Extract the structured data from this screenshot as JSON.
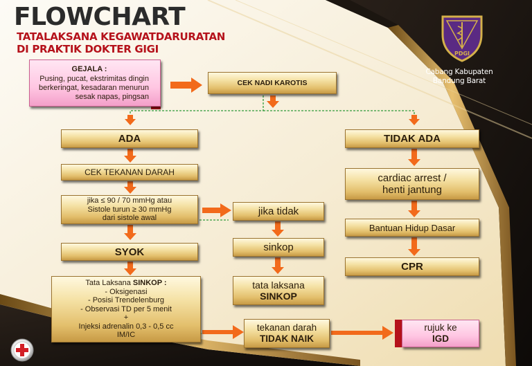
{
  "title": "FLOWCHART",
  "subtitle": [
    "TATALAKSANA KEGAWATDARURATAN",
    "DI PRAKTIK DOKTER GIGI"
  ],
  "logo": {
    "badge": "PDGI",
    "caption": [
      "Cabang Kabupaten",
      "Bandung Barat"
    ]
  },
  "gejala": {
    "heading": "GEJALA :",
    "lines": [
      "Pusing, pucat, ekstrimitas dingin",
      "berkeringat, kesadaran menurun",
      "sesak napas, pingsan"
    ]
  },
  "nodes": {
    "cek_nadi": "CEK NADI KAROTIS",
    "ada": "ADA",
    "tidak_ada": "TIDAK ADA",
    "cek_tekanan": "CEK TEKANAN DARAH",
    "kriteria": [
      "jika ≤ 90 / 70 mmHg atau",
      "Sistole turun ≥ 30 mmHg",
      "dari sistole awal"
    ],
    "syok": "SYOK",
    "jika_tidak": "jika tidak",
    "sinkop": "sinkop",
    "tl_sinkop": [
      "tata laksana",
      "SINKOP"
    ],
    "cardiac": [
      "cardiac arrest /",
      "henti jantung"
    ],
    "bhd": "Bantuan Hidup Dasar",
    "cpr": "CPR",
    "tl_box": {
      "heading_pre": "Tata Laksana ",
      "heading_bold": "SINKOP :",
      "items": [
        "- Oksigenasi",
        "- Posisi Trendelenburg",
        "- Observasi TD per 5 menit",
        "+",
        "Injeksi adrenalin 0,3 - 0,5 cc",
        "IM/IC"
      ]
    },
    "tekanan_naik": [
      "tekanan darah",
      "TIDAK NAIK"
    ],
    "rujuk": [
      "rujuk ke",
      "IGD"
    ]
  },
  "colors": {
    "arrow": "#f26a1b",
    "dashed": "#2f9a3a",
    "title": "#2b2b2b",
    "subtitle": "#b5121b",
    "logo_purple": "#5a2a83"
  }
}
